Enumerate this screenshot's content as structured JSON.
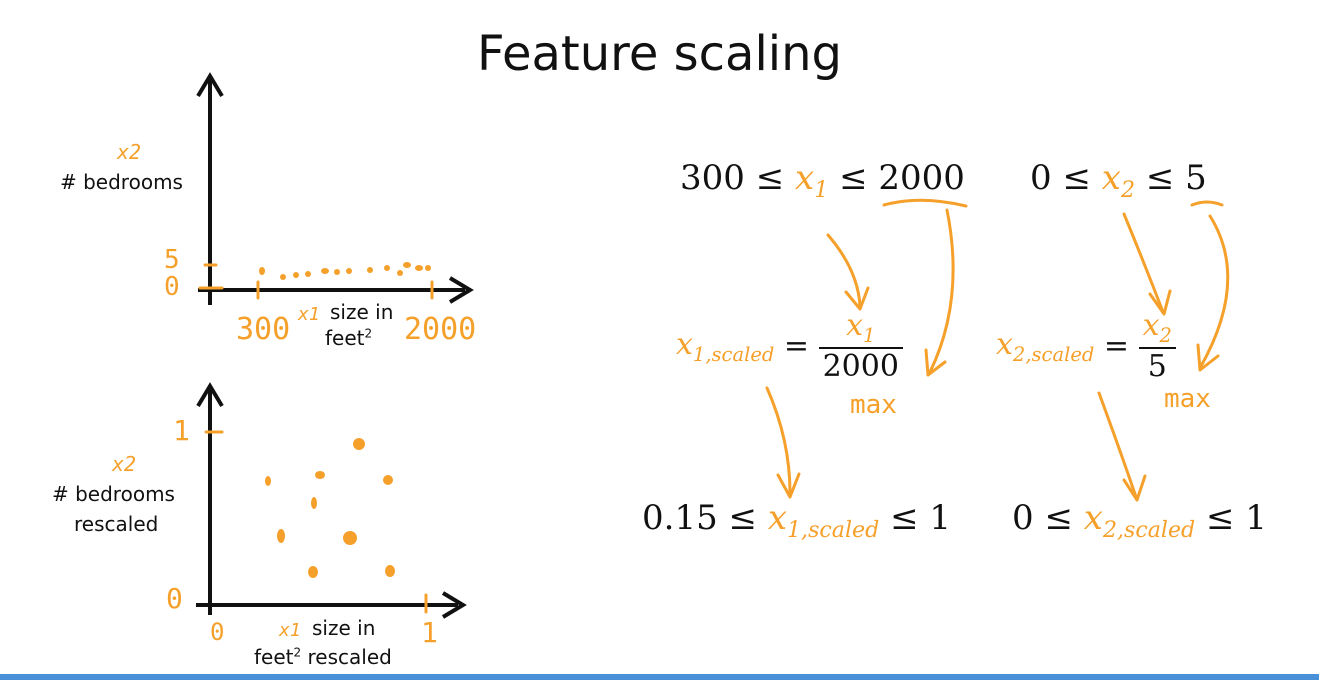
{
  "title": "Feature scaling",
  "top_plot": {
    "ylabel_var": "x2",
    "ylabel": "# bedrooms",
    "y_tick_hand": "5",
    "origin_hand": "0",
    "xlabel_var": "x1",
    "xlabel_line1": "size in",
    "xlabel_line2": "feet",
    "xlabel_sup": "2",
    "x_tick_left_hand": "300",
    "x_tick_right_hand": "2000"
  },
  "bottom_plot": {
    "ylabel_var": "x2",
    "ylabel_line1": "# bedrooms",
    "ylabel_line2": "rescaled",
    "y_tick_hand": "1",
    "y_origin_hand": "0",
    "x_origin_hand": "0",
    "x_tick_hand": "1",
    "xlabel_var": "x1",
    "xlabel_line1": "size in",
    "xlabel_line2a": "feet",
    "xlabel_sup": "2",
    "xlabel_line2b": "rescaled"
  },
  "equations": {
    "range_x1_low": "300 ≤",
    "range_x1_var": "x",
    "range_x1_sub": "1",
    "range_x1_high": "≤ 2000",
    "range_x2_low": "0 ≤",
    "range_x2_var": "x",
    "range_x2_sub": "2",
    "range_x2_high": "≤ 5",
    "scaled1_lhs_var": "x",
    "scaled1_lhs_sub": "1,scaled",
    "equals": "=",
    "scaled1_num_var": "x",
    "scaled1_num_sub": "1",
    "scaled1_den": "2000",
    "scaled2_lhs_var": "x",
    "scaled2_lhs_sub": "2,scaled",
    "scaled2_num_var": "x",
    "scaled2_num_sub": "2",
    "scaled2_den": "5",
    "max_note_1": "max",
    "max_note_2": "max",
    "result1_low": "0.15 ≤",
    "result1_var": "x",
    "result1_sub": "1,scaled",
    "result1_high": "≤ 1",
    "result2_low": "0 ≤",
    "result2_var": "x",
    "result2_sub": "2,scaled",
    "result2_high": "≤ 1"
  },
  "colors": {
    "annotation": "#F5A02A",
    "text": "#111111",
    "bottom_bar": "#4A90D9"
  }
}
